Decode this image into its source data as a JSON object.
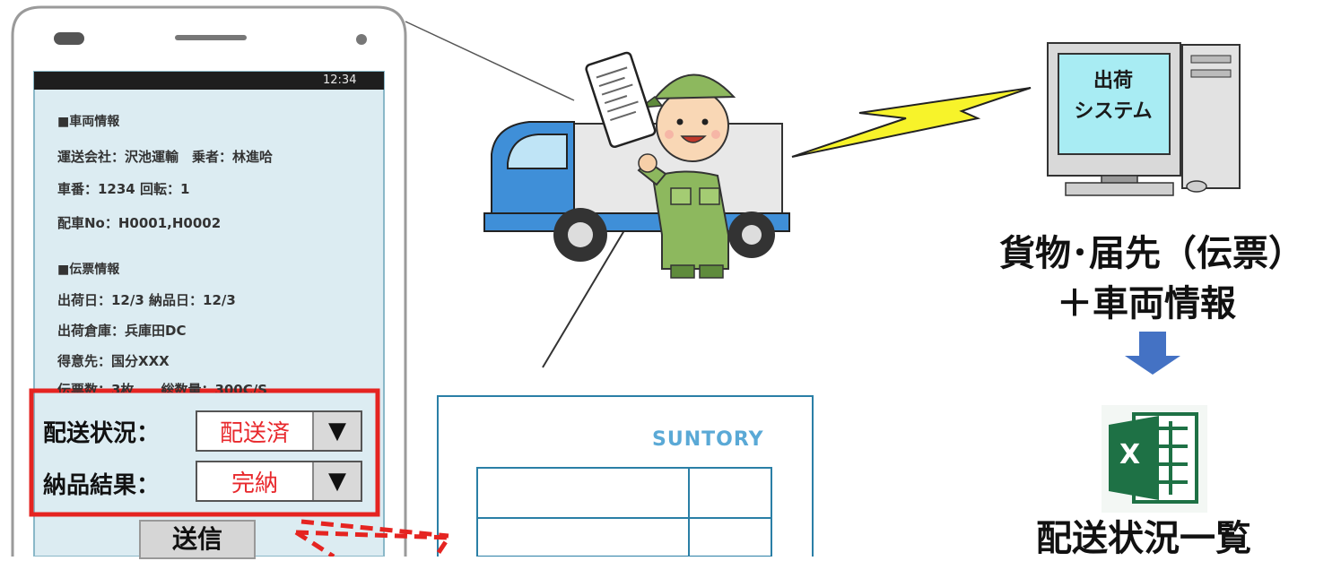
{
  "phone": {
    "status_time": "12:34",
    "vehicle_section": "■車両情報",
    "carrier_line": "運送会社：沢池運輸　乗者：林進哈",
    "vehicle_no_line": "車番：1234 回転：1",
    "delivery_no_line": "配車No：H0001,H0002",
    "slip_section": "■伝票情報",
    "date_line": "出荷日：12/3 納品日：12/3",
    "warehouse_line": "出荷倉庫：兵庫田DC",
    "destination_line": "得意先：国分XXX",
    "count_line": "伝票数：3枚　　総数量：300C/S",
    "status_label": "配送状況：",
    "status_value": "配送済",
    "result_label": "納品結果：",
    "result_value": "完納",
    "dropdown_arrow": "▼",
    "send_button": "送信"
  },
  "slip": {
    "brand": "SUNTORY"
  },
  "system": {
    "monitor_line1": "出荷",
    "monitor_line2": "システム",
    "cargo_label": "貨物･届先（伝票）",
    "vehicle_label": "＋車両情報",
    "excel_letter": "X",
    "list_label": "配送状況一覧"
  },
  "colors": {
    "status_red": "#e8282c",
    "screen_bg": "#dcecf2",
    "lightning": "#f7f32a",
    "monitor_screen": "#a8ecf3",
    "arrow_blue": "#4472c4",
    "excel_green": "#1e7145",
    "highlight_red": "#e52421"
  }
}
